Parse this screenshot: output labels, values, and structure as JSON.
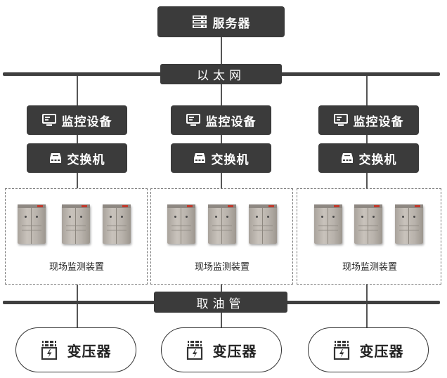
{
  "server": {
    "label": "服务器",
    "icon": "server-rack-icon"
  },
  "ethernet": {
    "label": "以太网"
  },
  "oil_pipe": {
    "label": "取油管"
  },
  "columns": [
    {
      "monitor": {
        "label": "监控设备",
        "icon": "monitor-icon"
      },
      "switch": {
        "label": "交换机",
        "icon": "network-switch-icon"
      },
      "site": {
        "label": "现场监测装置"
      },
      "transformer": {
        "label": "变压器",
        "icon": "transformer-icon"
      }
    },
    {
      "monitor": {
        "label": "监控设备",
        "icon": "monitor-icon"
      },
      "switch": {
        "label": "交换机",
        "icon": "network-switch-icon"
      },
      "site": {
        "label": "现场监测装置"
      },
      "transformer": {
        "label": "变压器",
        "icon": "transformer-icon"
      }
    },
    {
      "monitor": {
        "label": "监控设备",
        "icon": "monitor-icon"
      },
      "switch": {
        "label": "交换机",
        "icon": "network-switch-icon"
      },
      "site": {
        "label": "现场监测装置"
      },
      "transformer": {
        "label": "变压器",
        "icon": "transformer-icon"
      }
    }
  ],
  "colors": {
    "box_fill": "#3b3b3b",
    "bus_line": "#3f3f3f",
    "background": "#ffffff"
  }
}
